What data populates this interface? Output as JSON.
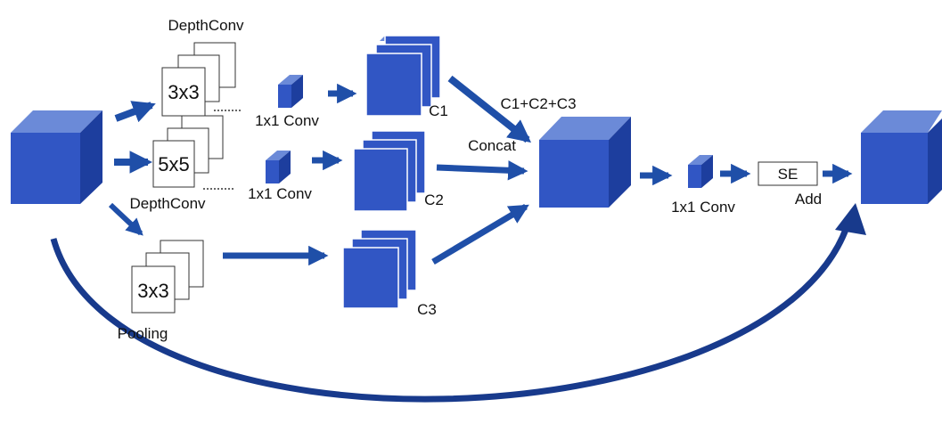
{
  "colors": {
    "cube_front": "#3156c4",
    "cube_top": "#6b8ad8",
    "cube_side": "#1d3e9e",
    "arrow": "#1f4fa8",
    "curve": "#183a8c",
    "paper_stroke": "#333333"
  },
  "labels": {
    "depthconv_top": "DepthConv",
    "depthconv_bottom": "DepthConv",
    "kernel_3x3": "3x3",
    "kernel_5x5": "5x5",
    "pool_3x3": "3x3",
    "pooling": "Pooling",
    "conv1x1_a": "1x1 Conv",
    "conv1x1_b": "1x1 Conv",
    "conv1x1_c": "1x1 Conv",
    "c1": "C1",
    "c2": "C2",
    "c3": "C3",
    "c_sum": "C1+C2+C3",
    "concat": "Concat",
    "se": "SE",
    "add": "Add"
  }
}
